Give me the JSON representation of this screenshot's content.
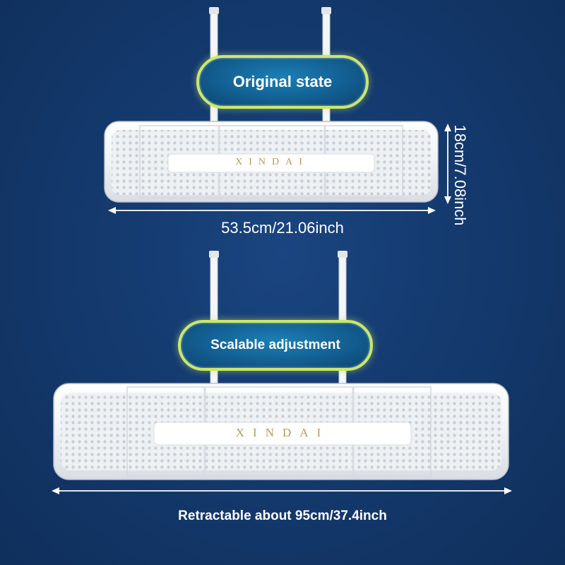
{
  "labels": {
    "original_state": "Original state",
    "scalable_adjustment": "Scalable adjustment",
    "width_original": "53.5cm/21.06inch",
    "height": "18cm/7.08inch",
    "width_extended": "Retractable about 95cm/37.4inch"
  },
  "product": {
    "brand_top": "XINDAI",
    "brand_bottom": "XINDAI"
  },
  "colors": {
    "background": "#143a6e",
    "pill_border": "#c9e86a",
    "pill_fill": "#135f92",
    "brand_text": "#b89a5a"
  }
}
